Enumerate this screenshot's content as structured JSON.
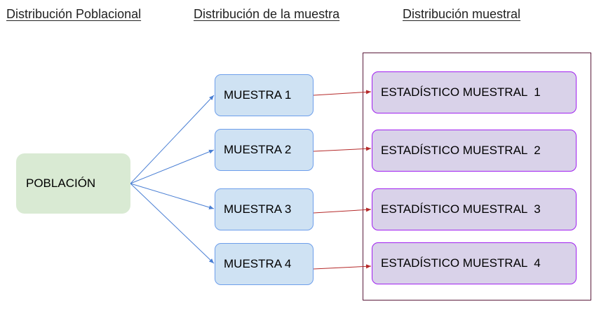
{
  "headings": {
    "poblacional": "Distribución Poblacional",
    "muestra": "Distribución de la muestra",
    "muestral": "Distribución muestral"
  },
  "population": {
    "label": "POBLACIÓN"
  },
  "samples": [
    {
      "label": "MUESTRA 1"
    },
    {
      "label": "MUESTRA 2"
    },
    {
      "label": "MUESTRA 3"
    },
    {
      "label": "MUESTRA 4"
    }
  ],
  "statistics": [
    {
      "label": "ESTADÍSTICO MUESTRAL  1"
    },
    {
      "label": "ESTADÍSTICO MUESTRAL  2"
    },
    {
      "label": "ESTADÍSTICO MUESTRAL  3"
    },
    {
      "label": "ESTADÍSTICO MUESTRAL  4"
    }
  ],
  "colors": {
    "population_fill": "#d9ead3",
    "sample_fill": "#cfe2f3",
    "sample_border": "#6d9eeb",
    "statistic_fill": "#d9d2e9",
    "statistic_border": "#a020f0",
    "arrow_population_to_sample": "#4a7fd4",
    "arrow_sample_to_statistic": "#b52a2a",
    "frame_border": "#5a1a3a"
  }
}
